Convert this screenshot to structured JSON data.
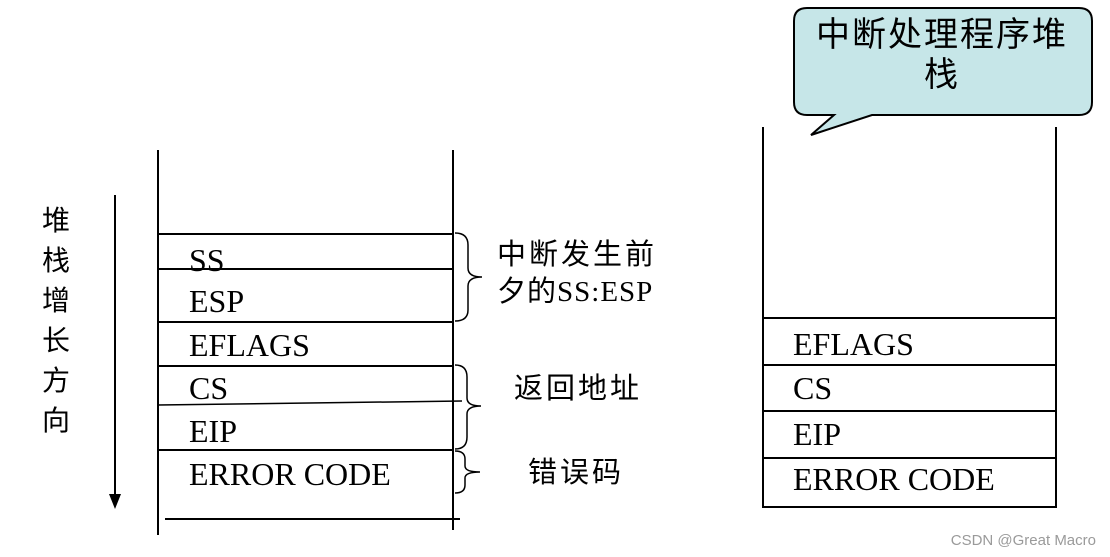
{
  "growth_label": "堆栈增长方向",
  "left_stack": {
    "rows": [
      "SS",
      "ESP",
      "EFLAGS",
      "CS",
      "EIP",
      "ERROR CODE"
    ]
  },
  "annotations": {
    "ss_esp_line1": "中断发生前",
    "ss_esp_line2": "夕的SS:ESP",
    "return_address": "返回地址",
    "error_code": "错误码"
  },
  "callout": {
    "line1": "中断处理程序堆",
    "line2": "栈"
  },
  "right_stack": {
    "rows": [
      "EFLAGS",
      "CS",
      "EIP",
      "ERROR CODE"
    ]
  },
  "watermark": "CSDN @Great Macro",
  "colors": {
    "callout_fill": "#c6e6e8",
    "line": "#000000",
    "watermark": "#9a9a9a"
  }
}
